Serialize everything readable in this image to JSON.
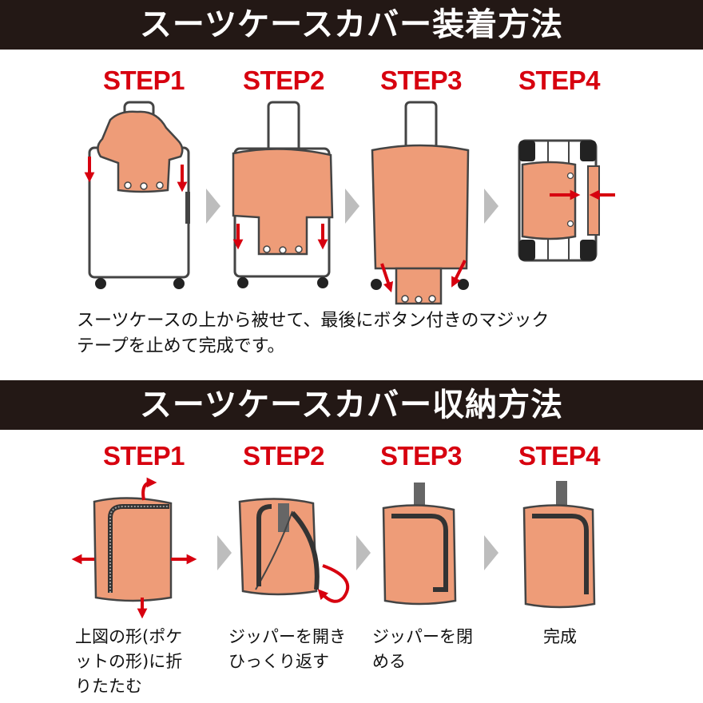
{
  "install": {
    "title": "スーツケースカバー装着方法",
    "steps": [
      "STEP1",
      "STEP2",
      "STEP3",
      "STEP4"
    ],
    "description_lines": [
      "スーツケースの上から被せて、最後にボタン付きのマジック",
      "テープを止めて完成です。"
    ]
  },
  "storage": {
    "title": "スーツケースカバー収納方法",
    "steps": [
      "STEP1",
      "STEP2",
      "STEP3",
      "STEP4"
    ],
    "captions": [
      "上図の形(ポケ\nットの形)に折\nりたたむ",
      "ジッパーを開き\nひっくり返す",
      "ジッパーを閉\nめる",
      "完成"
    ]
  },
  "colors": {
    "band": "#231815",
    "step_text": "#d7000f",
    "cover": "#ee9c78",
    "arrow": "#d7000f",
    "chevron": "#bdbdbd"
  }
}
